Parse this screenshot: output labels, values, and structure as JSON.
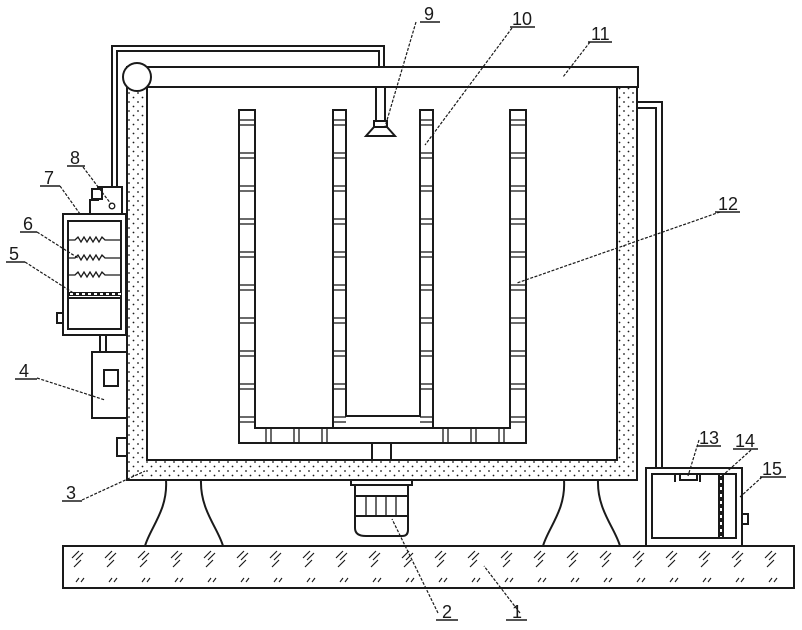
{
  "figure": {
    "type": "patent-schematic",
    "colors": {
      "line": "#1a1a1a",
      "background": "#ffffff"
    },
    "labels": [
      {
        "id": "1",
        "text": "1",
        "part": "base"
      },
      {
        "id": "2",
        "text": "2",
        "part": "motor"
      },
      {
        "id": "3",
        "text": "3",
        "part": "insulated-cabinet-wall"
      },
      {
        "id": "4",
        "text": "4",
        "part": "control-box"
      },
      {
        "id": "5",
        "text": "5",
        "part": "filter-screen"
      },
      {
        "id": "6",
        "text": "6",
        "part": "heating-coils"
      },
      {
        "id": "7",
        "text": "7",
        "part": "filter-box"
      },
      {
        "id": "8",
        "text": "8",
        "part": "fan"
      },
      {
        "id": "9",
        "text": "9",
        "part": "spray-nozzle"
      },
      {
        "id": "10",
        "text": "10",
        "part": "rack-column"
      },
      {
        "id": "11",
        "text": "11",
        "part": "top-cover"
      },
      {
        "id": "12",
        "text": "12",
        "part": "rack-assembly"
      },
      {
        "id": "13",
        "text": "13",
        "part": "pump"
      },
      {
        "id": "14",
        "text": "14",
        "part": "tank-filter"
      },
      {
        "id": "15",
        "text": "15",
        "part": "water-tank"
      }
    ]
  }
}
